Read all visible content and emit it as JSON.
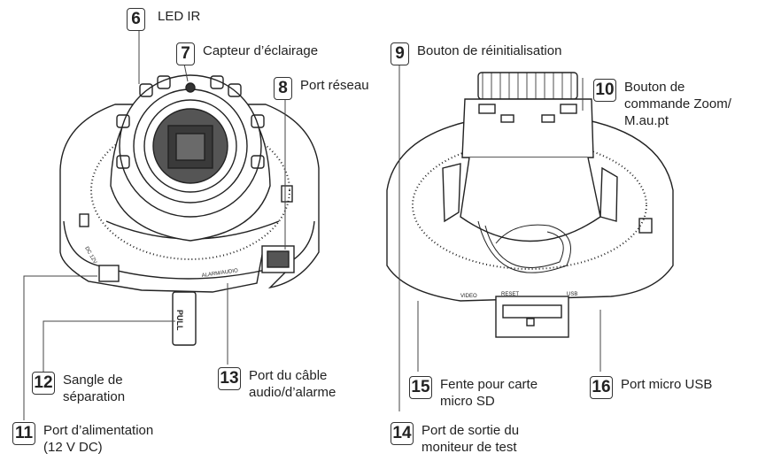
{
  "callouts": [
    {
      "id": "c6",
      "number": "6",
      "label": "LED IR"
    },
    {
      "id": "c7",
      "number": "7",
      "label": "Capteur d’éclairage"
    },
    {
      "id": "c8",
      "number": "8",
      "label": "Port réseau"
    },
    {
      "id": "c9",
      "number": "9",
      "label": "Bouton de réinitialisation"
    },
    {
      "id": "c10",
      "number": "10",
      "label": "Bouton de\ncommande Zoom/\nM.au.pt"
    },
    {
      "id": "c11",
      "number": "11",
      "label": "Port d’alimentation\n(12 V DC)"
    },
    {
      "id": "c12",
      "number": "12",
      "label": "Sangle de\nséparation"
    },
    {
      "id": "c13",
      "number": "13",
      "label": "Port du câble\naudio/d’alarme"
    },
    {
      "id": "c14",
      "number": "14",
      "label": "Port de sortie du\nmoniteur de test"
    },
    {
      "id": "c15",
      "number": "15",
      "label": "Fente pour carte\nmicro SD"
    },
    {
      "id": "c16",
      "number": "16",
      "label": "Port micro USB"
    }
  ],
  "device_markings": {
    "pull_tab": "PULL",
    "dc_input": "DC 12V",
    "alarm_audio": "ALARM/AUDIO",
    "video": "VIDEO",
    "reset": "RESET",
    "usb": "USB"
  },
  "colors": {
    "line": "#222222",
    "body": "#ffffff",
    "lens": "#3a3a3a",
    "text": "#222222"
  }
}
